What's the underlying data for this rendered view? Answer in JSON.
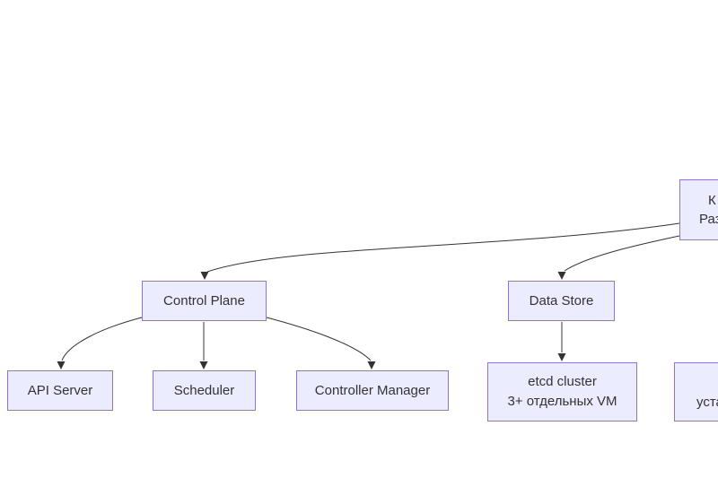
{
  "diagram": {
    "background": "#ffffff",
    "colors": {
      "node_fill": "#ECECFF",
      "node_border": "#9370DB",
      "edge": "#333333",
      "text": "#333333"
    },
    "nodes": {
      "cluster_partial": {
        "line1": "К",
        "line2": "Раз"
      },
      "control_plane": {
        "label": "Control Plane"
      },
      "data_store": {
        "label": "Data Store"
      },
      "api_server": {
        "label": "API Server"
      },
      "scheduler": {
        "label": "Scheduler"
      },
      "controller_manager": {
        "label": "Controller Manager"
      },
      "etcd_cluster": {
        "line1": "etcd cluster",
        "line2": "3+ отдельных VM"
      },
      "bottom_right_partial": {
        "line1": "уста"
      }
    },
    "edges": [
      {
        "from": "cluster_partial",
        "to": "control_plane"
      },
      {
        "from": "cluster_partial",
        "to": "data_store"
      },
      {
        "from": "control_plane",
        "to": "api_server"
      },
      {
        "from": "control_plane",
        "to": "scheduler"
      },
      {
        "from": "control_plane",
        "to": "controller_manager"
      },
      {
        "from": "data_store",
        "to": "etcd_cluster"
      }
    ]
  }
}
